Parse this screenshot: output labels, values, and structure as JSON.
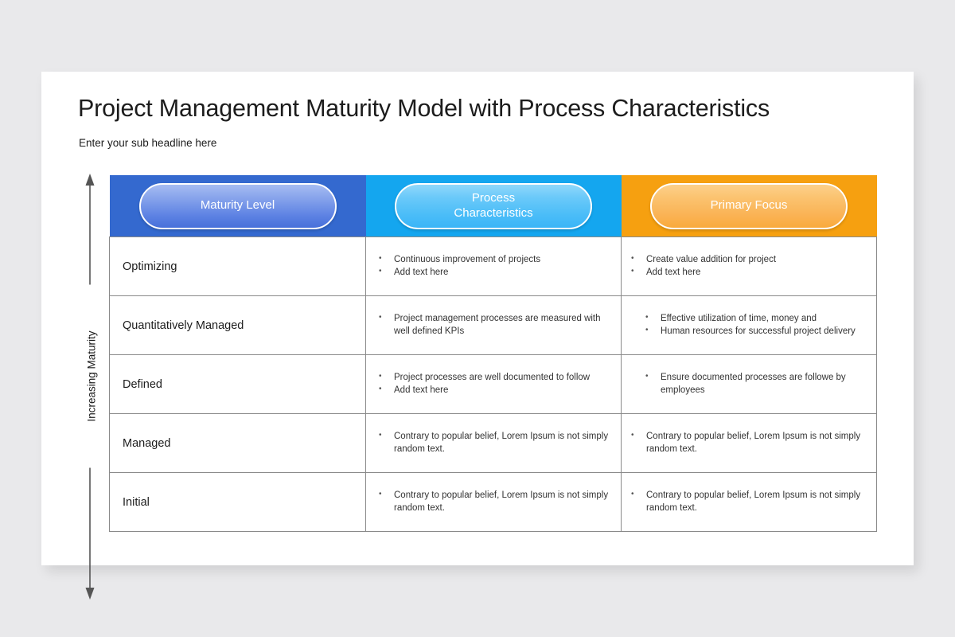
{
  "slide": {
    "title": "Project Management Maturity Model with Process Characteristics",
    "subtitle": "Enter your sub headline here"
  },
  "axis": {
    "label": "Increasing Maturity",
    "direction": "double-headed-vertical-arrow",
    "color": "#555555"
  },
  "colors": {
    "header_blue": "#3469cf",
    "header_cyan": "#14a6ef",
    "header_orange": "#f6a010",
    "grid_line": "#8a8a8a",
    "slide_background": "#ffffff",
    "page_background": "#e9e9eb",
    "body_text": "#333333"
  },
  "table": {
    "headers": [
      {
        "label": "Maturity Level",
        "style": "blue"
      },
      {
        "label": "Process\nCharacteristics",
        "style": "cyan"
      },
      {
        "label": "Primary Focus",
        "style": "orange"
      }
    ],
    "header_labels": {
      "maturity_level": "Maturity Level",
      "process_characteristics_line1": "Process",
      "process_characteristics_line2": "Characteristics",
      "primary_focus": "Primary Focus"
    },
    "rows": [
      {
        "level": "Optimizing",
        "process_characteristics": [
          "Continuous improvement of projects",
          "Add text here"
        ],
        "primary_focus": [
          "Create value addition for project",
          "Add text here"
        ]
      },
      {
        "level": "Quantitatively Managed",
        "process_characteristics": [
          "Project management processes are measured with well defined KPIs"
        ],
        "primary_focus": [
          "Effective utilization of time, money and",
          "Human resources for successful project delivery"
        ]
      },
      {
        "level": "Defined",
        "process_characteristics": [
          "Project processes are well documented to follow",
          "Add text here"
        ],
        "primary_focus": [
          "Ensure documented processes are followe by employees"
        ]
      },
      {
        "level": "Managed",
        "process_characteristics": [
          "Contrary to popular belief, Lorem Ipsum is not simply random text."
        ],
        "primary_focus": [
          "Contrary to popular belief, Lorem Ipsum is not simply random text."
        ]
      },
      {
        "level": "Initial",
        "process_characteristics": [
          "Contrary to popular belief, Lorem Ipsum is not simply random text."
        ],
        "primary_focus": [
          "Contrary to popular belief, Lorem Ipsum is not simply random text."
        ]
      }
    ]
  }
}
